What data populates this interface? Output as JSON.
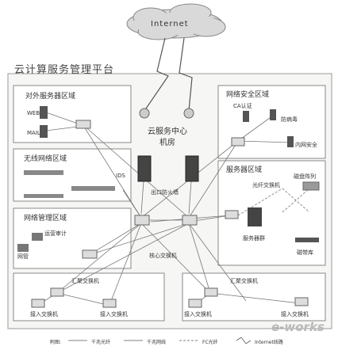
{
  "platform_title": "云计算服务管理平台",
  "internet": {
    "label": "Internet"
  },
  "datacenter": {
    "label_line1": "云服务中心",
    "label_line2": "机房",
    "firewall_label": "出口防火墙",
    "ids_label": "IDS",
    "core_switch_label": "核心交换机"
  },
  "zones": {
    "external": {
      "title": "对外服务器区域",
      "items": [
        "WEB",
        "MAIL"
      ]
    },
    "wireless": {
      "title": "无线网络区域"
    },
    "netmgmt": {
      "title": "网络管理区域",
      "items": [
        "运营审计",
        "网管"
      ]
    },
    "security": {
      "title": "网络安全区域",
      "items": [
        "CA认证",
        "防病毒",
        "内网安全"
      ]
    },
    "servers": {
      "title": "服务器区域",
      "items": [
        "光纤交换机",
        "磁盘阵列",
        "服务器群",
        "磁带库"
      ]
    }
  },
  "bottom": {
    "left": {
      "agg": "汇聚交换机",
      "access1": "接入交换机",
      "access2": "接入交换机"
    },
    "right": {
      "agg": "汇聚交换机",
      "access1": "接入交换机",
      "access2": "接入交换机"
    }
  },
  "legend": {
    "prefix": "附图:",
    "items": [
      "千兆光纤",
      "千兆网线",
      "FC光纤",
      "Internet线路"
    ]
  },
  "watermark": "e-works"
}
